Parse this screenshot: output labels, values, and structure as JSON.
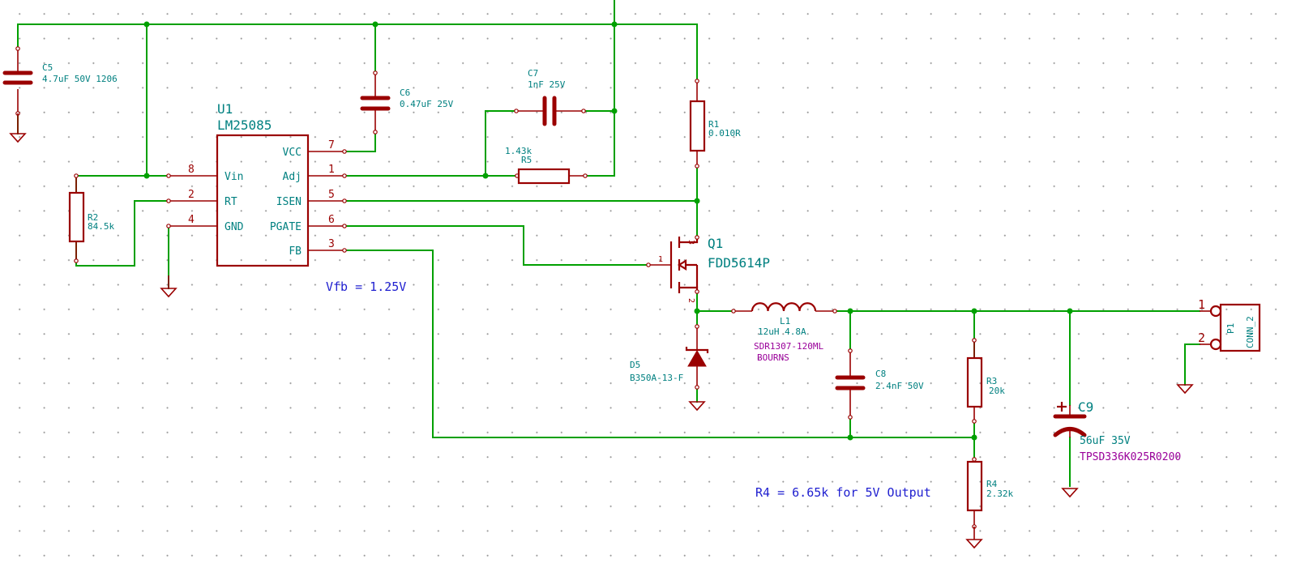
{
  "u1": {
    "ref": "U1",
    "value": "LM25085",
    "pins": [
      {
        "name": "VCC",
        "num": "7"
      },
      {
        "name": "Adj",
        "num": "1"
      },
      {
        "name": "ISEN",
        "num": "5"
      },
      {
        "name": "PGATE",
        "num": "6"
      },
      {
        "name": "FB",
        "num": "3"
      },
      {
        "name": "Vin",
        "num": "8"
      },
      {
        "name": "RT",
        "num": "2"
      },
      {
        "name": "GND",
        "num": "4"
      }
    ]
  },
  "c5": {
    "ref": "C5",
    "value": "4.7uF 50V 1206"
  },
  "c6": {
    "ref": "C6",
    "value": "0.47uF 25V"
  },
  "c7": {
    "ref": "C7",
    "value": "1nF 25V"
  },
  "r5": {
    "ref": "R5",
    "value": "1.43k"
  },
  "r1": {
    "ref": "R1",
    "value": "0.010R"
  },
  "r2": {
    "ref": "R2",
    "value": "84.5k"
  },
  "q1": {
    "ref": "Q1",
    "value": "FDD5614P",
    "pins": [
      "1",
      "2",
      "3"
    ]
  },
  "l1": {
    "ref": "L1",
    "value": "12uH 4.8A",
    "part": "SDR1307-120ML",
    "mfr": "BOURNS"
  },
  "d5": {
    "ref": "D5",
    "value": "B350A-13-F"
  },
  "c8": {
    "ref": "C8",
    "value": "2.4nF 50V"
  },
  "r3": {
    "ref": "R3",
    "value": "20k"
  },
  "r4": {
    "ref": "R4",
    "value": "2.32k"
  },
  "c9": {
    "ref": "C9",
    "value": "56uF 35V",
    "part": "TPSD336K025R0200"
  },
  "p1": {
    "ref": "P1",
    "value": "CONN_2",
    "pins": [
      "1",
      "2"
    ]
  },
  "notes": {
    "vfb": "Vfb = 1.25V",
    "r4": "R4 = 6.65k for 5V Output"
  },
  "colors": {
    "wire": "#00a000",
    "component": "#9a0000",
    "label": "#008080",
    "note": "#2020d0",
    "part": "#9a009a"
  }
}
